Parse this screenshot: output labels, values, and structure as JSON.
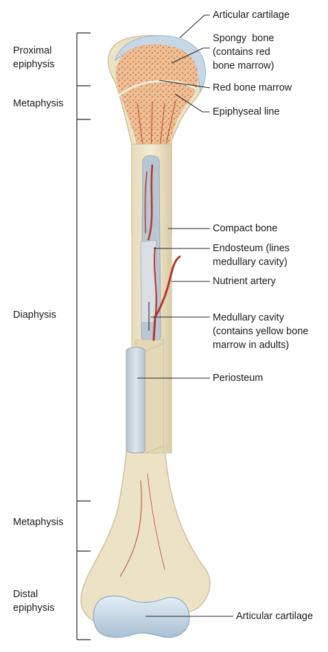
{
  "regions": [
    {
      "id": "proximal-epiphysis",
      "lines": [
        "Proximal",
        "epiphysis"
      ]
    },
    {
      "id": "metaphysis-upper",
      "lines": [
        "Metaphysis"
      ]
    },
    {
      "id": "diaphysis",
      "lines": [
        "Diaphysis"
      ]
    },
    {
      "id": "metaphysis-lower",
      "lines": [
        "Metaphysis"
      ]
    },
    {
      "id": "distal-epiphysis",
      "lines": [
        "Distal",
        "epiphysis"
      ]
    }
  ],
  "structures": [
    {
      "id": "articular-cartilage-top",
      "lines": [
        "Articular cartilage"
      ]
    },
    {
      "id": "spongy-bone",
      "lines": [
        "Spongy  bone",
        "(contains red",
        "bone marrow)"
      ]
    },
    {
      "id": "red-bone-marrow",
      "lines": [
        "Red bone marrow"
      ]
    },
    {
      "id": "epiphyseal-line",
      "lines": [
        "Epiphyseal line"
      ]
    },
    {
      "id": "compact-bone",
      "lines": [
        "Compact bone"
      ]
    },
    {
      "id": "endosteum",
      "lines": [
        "Endosteum (lines",
        "medullary cavity)"
      ]
    },
    {
      "id": "nutrient-artery",
      "lines": [
        "Nutrient artery"
      ]
    },
    {
      "id": "medullary-cavity",
      "lines": [
        "Medullary cavity",
        "(contains yellow bone",
        "marrow in adults)"
      ]
    },
    {
      "id": "periosteum",
      "lines": [
        "Periosteum"
      ]
    },
    {
      "id": "articular-cartilage-bottom",
      "lines": [
        "Articular cartilage"
      ]
    }
  ],
  "colors": {
    "bone": "#ede2c4",
    "bone_shadow": "#d6c7a0",
    "spongy": "#e9b98a",
    "marrow": "#c0402e",
    "cartilage": "#bfd3e3",
    "periosteum": "#c9d3dc",
    "cavity": "#b9c6d3",
    "artery": "#b4352a",
    "line": "#222222"
  }
}
